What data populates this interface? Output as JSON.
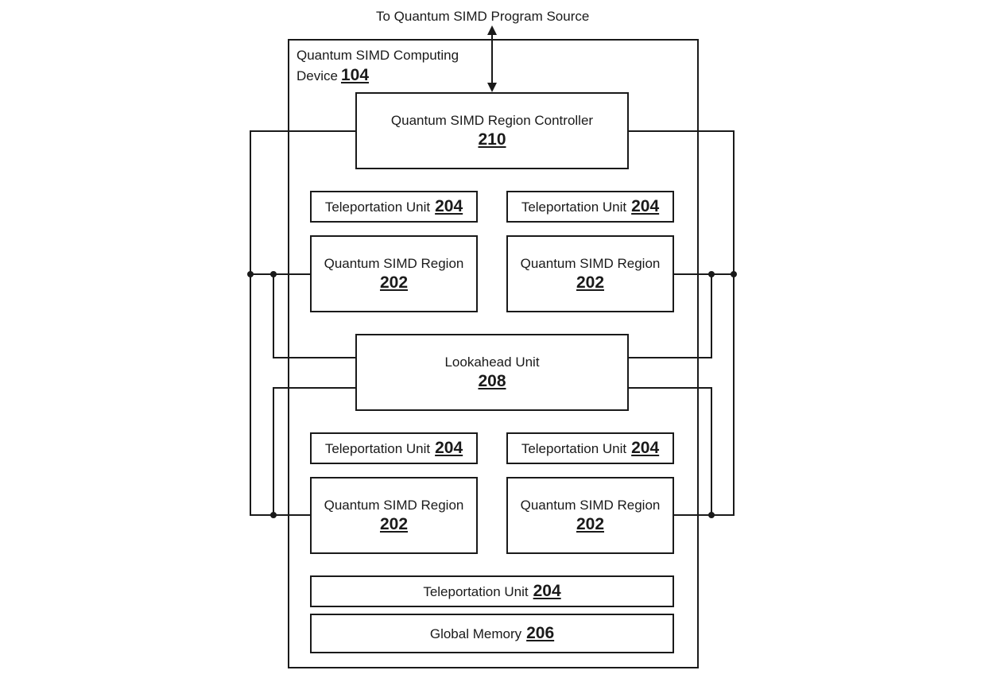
{
  "source_label": "To Quantum SIMD Program Source",
  "device": {
    "label_line1": "Quantum SIMD Computing",
    "label_line2": "Device",
    "number": "104"
  },
  "controller": {
    "label": "Quantum SIMD Region Controller",
    "number": "210"
  },
  "lookahead": {
    "label": "Lookahead Unit",
    "number": "208"
  },
  "teleportation": {
    "label": "Teleportation Unit",
    "number": "204"
  },
  "region": {
    "label": "Quantum SIMD Region",
    "number": "202"
  },
  "global_memory": {
    "label": "Global Memory",
    "number": "206"
  }
}
